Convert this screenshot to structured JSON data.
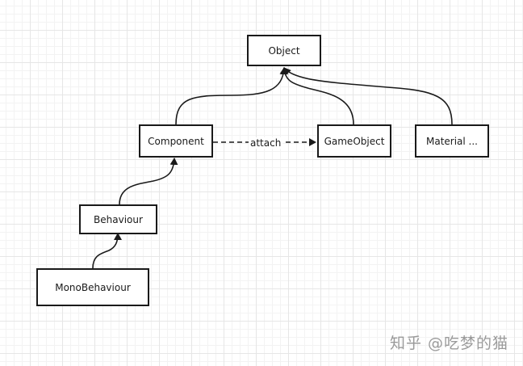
{
  "diagram": {
    "nodes": {
      "object": "Object",
      "component": "Component",
      "gameobject": "GameObject",
      "material": "Material ...",
      "behaviour": "Behaviour",
      "monobehaviour": "MonoBehaviour"
    },
    "edge_labels": {
      "attach": "attach"
    }
  },
  "watermark": "知乎 @吃梦的猫"
}
